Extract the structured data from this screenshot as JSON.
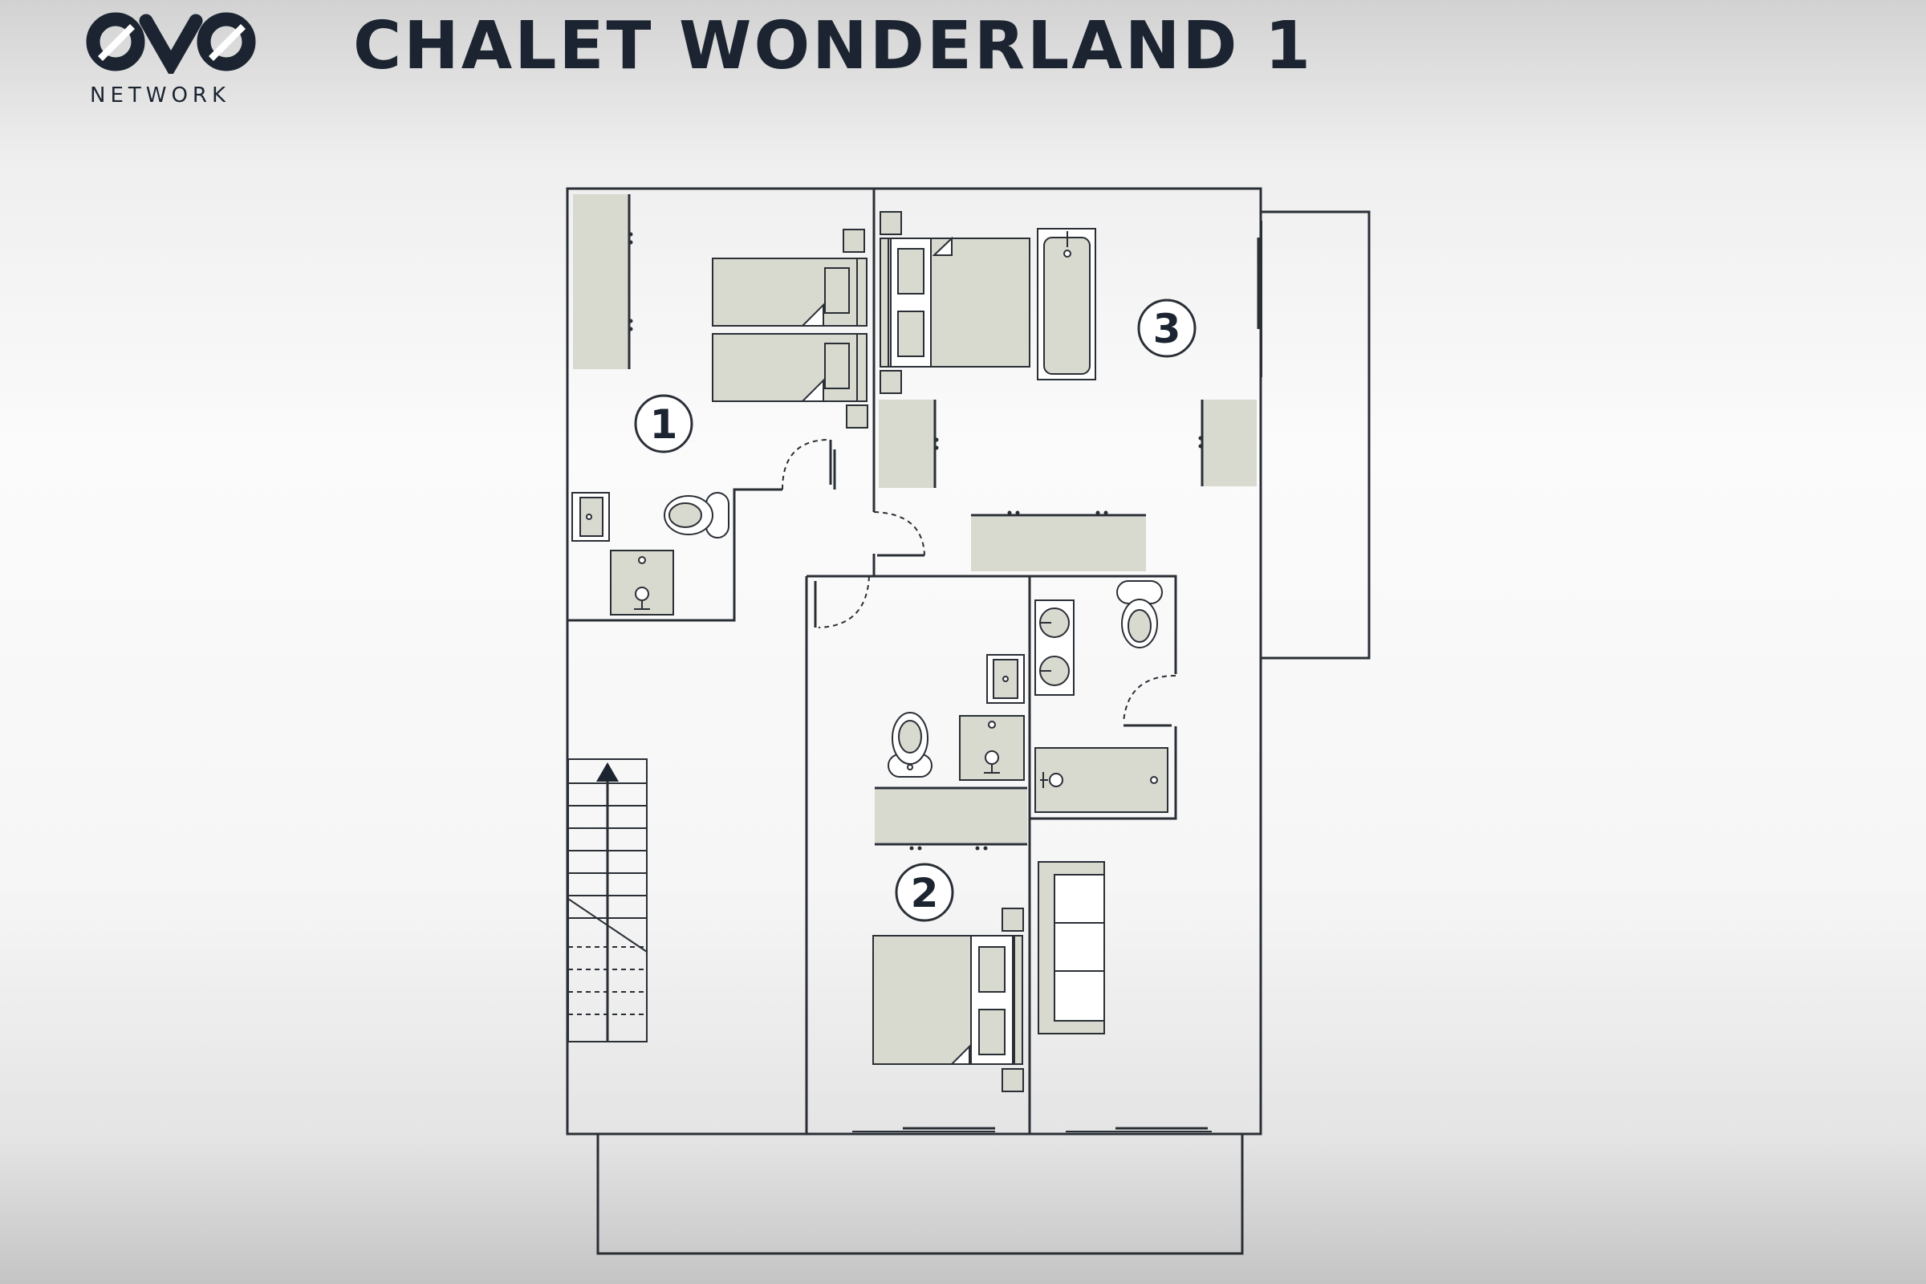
{
  "header": {
    "brand": "NETWORK",
    "title": "CHALET WONDERLAND 1",
    "logo_icon": "ovo-logo-icon"
  },
  "rooms": [
    {
      "number": "1"
    },
    {
      "number": "2"
    },
    {
      "number": "3"
    }
  ],
  "colors": {
    "ink": "#1b2430",
    "furniture_fill": "#d8d9cf",
    "wall": "#2a2f36"
  }
}
